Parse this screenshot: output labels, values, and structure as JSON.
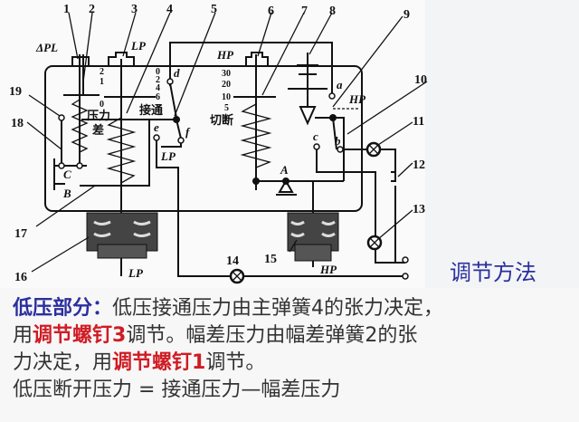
{
  "diagram": {
    "numbers": [
      "1",
      "2",
      "3",
      "4",
      "5",
      "6",
      "7",
      "8",
      "9",
      "10",
      "11",
      "12",
      "13",
      "14",
      "15",
      "16",
      "17",
      "18",
      "19"
    ],
    "labels": {
      "dpl": "ΔPL",
      "lp_top": "LP",
      "hp_top": "HP",
      "hp_right": "HP",
      "lp_switch": "LP",
      "lp_bottom": "LP",
      "hp_bottom": "HP",
      "a": "a",
      "b": "b",
      "c": "c",
      "d": "d",
      "e": "e",
      "f": "f",
      "A": "A",
      "B": "B",
      "C": "C",
      "pressure_diff_1": "压力",
      "pressure_diff_2": "差",
      "connect": "接通",
      "cutoff": "切断",
      "scale_left": [
        "2",
        "1",
        "0"
      ],
      "scale_mid": [
        "0",
        "2",
        "4",
        "6"
      ],
      "scale_right": [
        "30",
        "20",
        "10",
        "5"
      ]
    }
  },
  "side_title": "调节方法",
  "text": {
    "line1_head": "低压部分：",
    "line1_body": "低压接通压力由主弹簧4的张力决定，",
    "line2_pre": "用",
    "line2_red": "调节螺钉3",
    "line2_body": "调节。幅差压力由幅差弹簧2的张",
    "line3_pre": "力决定，用",
    "line3_red": "调节螺钉1",
    "line3_post": "调节。",
    "line4": "低压断开压力 = 接通压力—幅差压力"
  },
  "colors": {
    "blue": "#2b2f9e",
    "red": "#d01c24"
  }
}
